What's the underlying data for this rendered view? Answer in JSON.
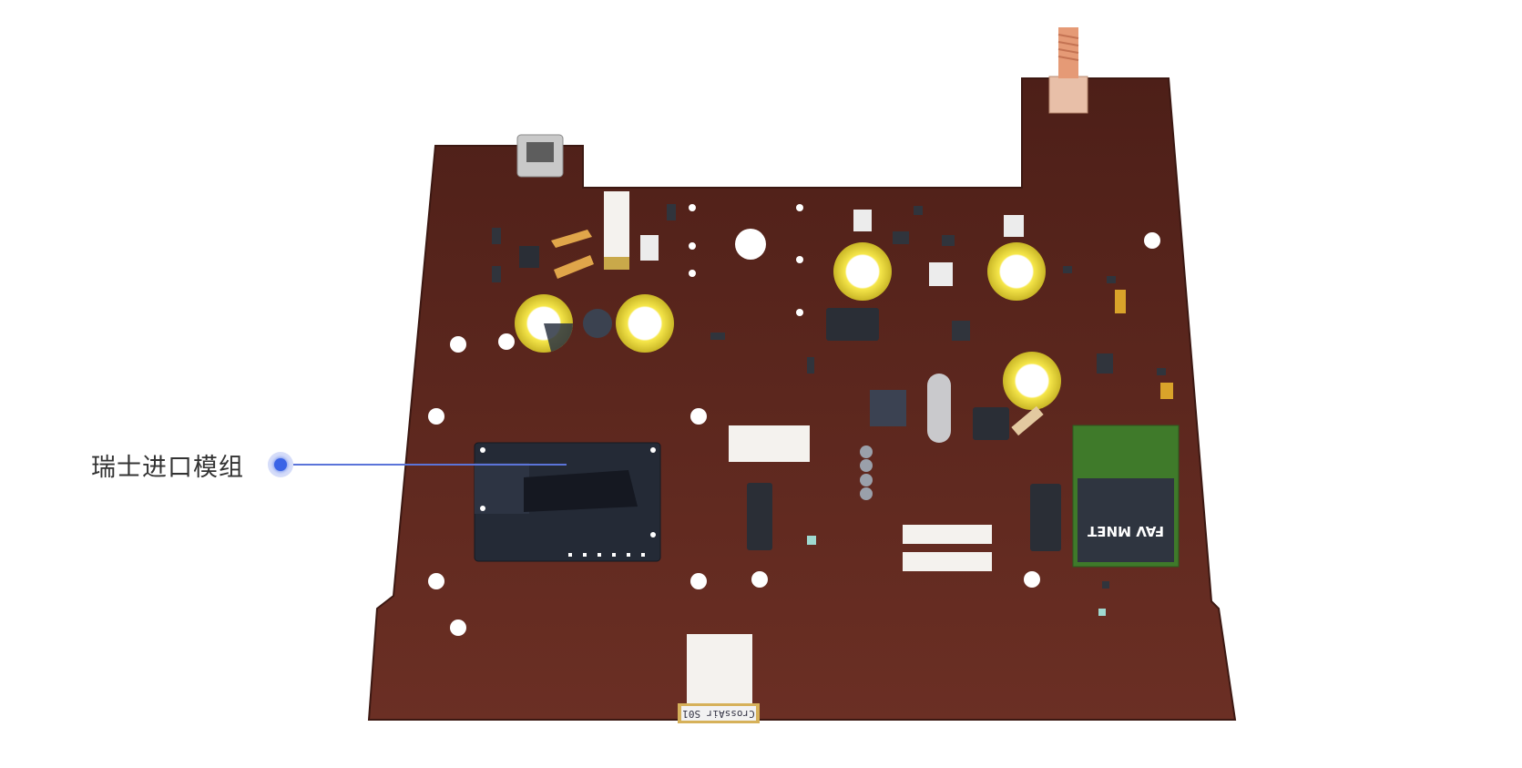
{
  "callout": {
    "label": "瑞士进口模组"
  },
  "board": {
    "color": "#5a261d",
    "rf_module_text": "FAV MNET",
    "bottom_label_text": "CrossAir S01"
  },
  "colors": {
    "accent": "#3a63e6",
    "capacitor": "#f2e23c",
    "module_green": "#3f7a2a"
  }
}
